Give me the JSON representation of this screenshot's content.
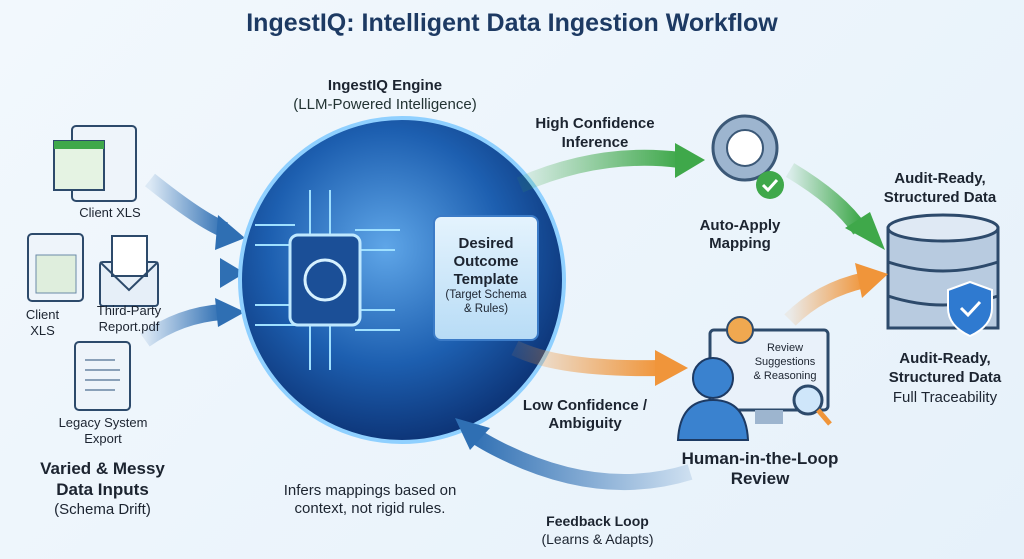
{
  "title": "IngestIQ: Intelligent Data Ingestion Workflow",
  "engine": {
    "title": "IngestIQ Engine",
    "subtitle": "(LLM-Powered Intelligence)"
  },
  "template": {
    "line1": "Desired",
    "line2": "Outcome",
    "line3": "Template",
    "sub1": "(Target Schema",
    "sub2": "& Rules)"
  },
  "inputs": {
    "items": [
      "Client XLS",
      "Client XLS",
      "Third-Party Report.pdf",
      "Legacy System Export"
    ],
    "heading1": "Varied & Messy",
    "heading2": "Data Inputs",
    "sub": "(Schema Drift)"
  },
  "high": {
    "line1": "High Confidence",
    "line2": "Inference"
  },
  "auto": {
    "line1": "Auto-Apply",
    "line2": "Mapping"
  },
  "audit_top": {
    "line1": "Audit-Ready,",
    "line2": "Structured Data"
  },
  "audit_bottom": {
    "line1": "Audit-Ready,",
    "line2": "Structured Data",
    "sub": "Full Traceability"
  },
  "low": {
    "line1": "Low Confidence /",
    "line2": "Ambiguity"
  },
  "review_screen": {
    "line1": "Review",
    "line2": "Suggestions",
    "line3": "& Reasoning"
  },
  "hitl": {
    "line1": "Human-in-the-Loop",
    "line2": "Review"
  },
  "infers": {
    "line1": "Infers mappings based on",
    "line2": "context, not rigid rules."
  },
  "feedback": {
    "line1": "Feedback Loop",
    "line2": "(Learns & Adapts)"
  },
  "colors": {
    "navy": "#1d3a63",
    "green": "#3fa84a",
    "orange": "#f0953a",
    "blue": "#2f6fb3"
  }
}
